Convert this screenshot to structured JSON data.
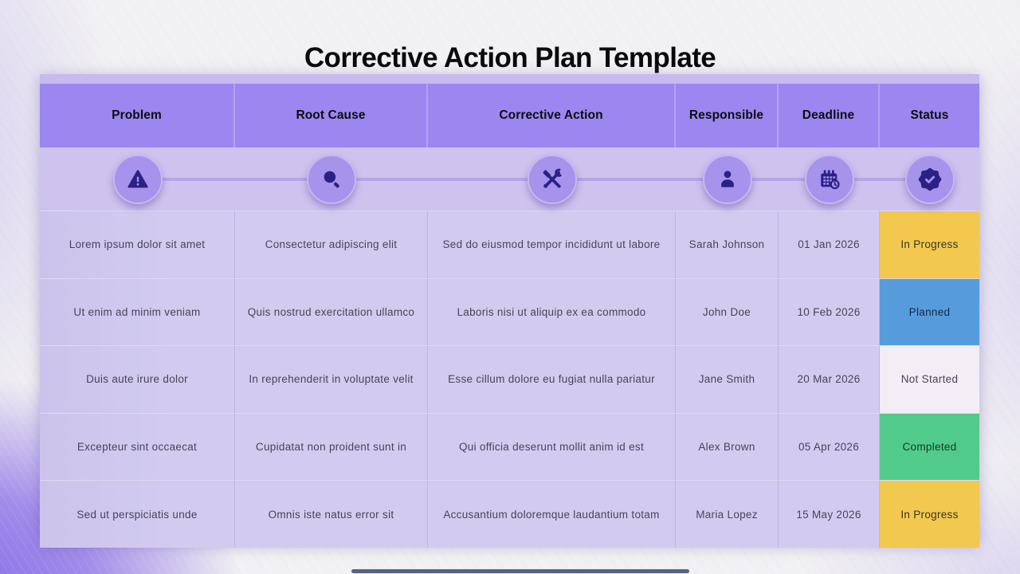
{
  "title": "Corrective Action Plan Template",
  "columns": [
    {
      "label": "Problem",
      "icon": "warning"
    },
    {
      "label": "Root Cause",
      "icon": "magnifier"
    },
    {
      "label": "Corrective Action",
      "icon": "tools"
    },
    {
      "label": "Responsible",
      "icon": "person"
    },
    {
      "label": "Deadline",
      "icon": "calendar-clock"
    },
    {
      "label": "Status",
      "icon": "badge-check"
    }
  ],
  "rows": [
    {
      "problem": "Lorem ipsum dolor sit amet",
      "root_cause": "Consectetur adipiscing elit",
      "corrective_action": "Sed do eiusmod tempor incididunt ut labore",
      "responsible": "Sarah Johnson",
      "deadline": "01 Jan 2026",
      "status": "In Progress"
    },
    {
      "problem": "Ut enim ad minim veniam",
      "root_cause": "Quis nostrud exercitation ullamco",
      "corrective_action": "Laboris nisi ut aliquip ex ea commodo",
      "responsible": "John Doe",
      "deadline": "10 Feb 2026",
      "status": "Planned"
    },
    {
      "problem": "Duis aute irure dolor",
      "root_cause": "In reprehenderit in voluptate velit",
      "corrective_action": "Esse cillum dolore eu fugiat nulla pariatur",
      "responsible": "Jane Smith",
      "deadline": "20 Mar 2026",
      "status": "Not Started"
    },
    {
      "problem": "Excepteur sint occaecat",
      "root_cause": "Cupidatat non proident sunt in",
      "corrective_action": "Qui officia deserunt mollit anim id est",
      "responsible": "Alex Brown",
      "deadline": "05 Apr 2026",
      "status": "Completed"
    },
    {
      "problem": "Sed ut perspiciatis unde",
      "root_cause": "Omnis iste natus error sit",
      "corrective_action": "Accusantium doloremque laudantium totam",
      "responsible": "Maria Lopez",
      "deadline": "15 May 2026",
      "status": "In Progress"
    }
  ],
  "status_colors": {
    "In Progress": {
      "bg": "#F2C84F",
      "text": "#3a3424"
    },
    "Planned": {
      "bg": "#569CDC",
      "text": "#14294b"
    },
    "Not Started": {
      "bg": "#F3EDF6",
      "text": "#48445a"
    },
    "Completed": {
      "bg": "#50CB8B",
      "text": "#153a27"
    }
  },
  "theme": {
    "header_bg": "#9B87EF",
    "icon_band_bg": "#CDC3EE",
    "row_bg": "#D1C9EE",
    "circle_bg": "#A593EC",
    "icon_color": "#2B2185",
    "accent_line": "#B5A6E9",
    "top_strip": "#C6BAEE"
  }
}
